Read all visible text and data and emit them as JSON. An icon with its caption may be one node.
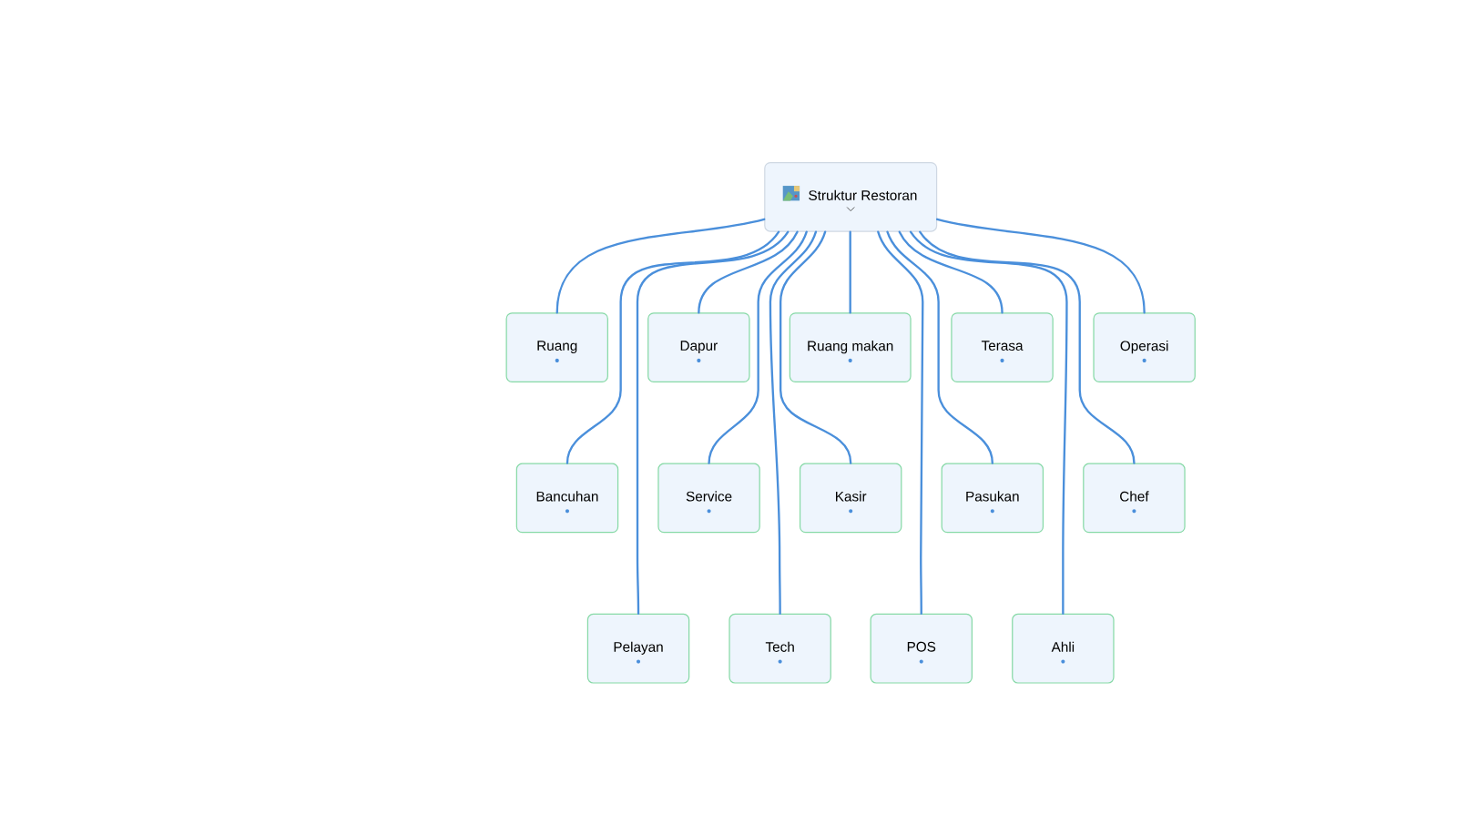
{
  "diagram": {
    "nodes": [
      {
        "text": [
          "Struktur Restoran"
        ]
      },
      {
        "text": [
          "Ruang"
        ]
      },
      {
        "text": [
          "Dapur"
        ]
      },
      {
        "text": [
          "Ruang makan"
        ]
      },
      {
        "text": [
          "Terasa"
        ]
      },
      {
        "text": [
          "Operasi"
        ]
      },
      {
        "text": [
          "Bancuhan"
        ]
      },
      {
        "text": [
          "Service"
        ]
      },
      {
        "text": [
          "Kasir"
        ]
      },
      {
        "text": [
          "Pasukan"
        ]
      },
      {
        "text": [
          "Chef"
        ]
      },
      {
        "text": [
          "Pelayan"
        ]
      },
      {
        "text": [
          "Tech"
        ]
      },
      {
        "text": [
          "POS"
        ]
      },
      {
        "text": [
          "Ahli"
        ]
      }
    ],
    "edges": [
      {
        "from": 0,
        "to": 1,
        "arrow": "none"
      },
      {
        "from": 0,
        "to": 2,
        "arrow": "none"
      },
      {
        "from": 0,
        "to": 3,
        "arrow": "none"
      },
      {
        "from": 0,
        "to": 4,
        "arrow": "none"
      },
      {
        "from": 0,
        "to": 5,
        "arrow": "none"
      },
      {
        "from": 0,
        "to": 6,
        "arrow": "none"
      },
      {
        "from": 0,
        "to": 7,
        "arrow": "none"
      },
      {
        "from": 0,
        "to": 8,
        "arrow": "none"
      },
      {
        "from": 0,
        "to": 9,
        "arrow": "none"
      },
      {
        "from": 0,
        "to": 10,
        "arrow": "none"
      },
      {
        "from": 0,
        "to": 11,
        "arrow": "none"
      },
      {
        "from": 0,
        "to": 12,
        "arrow": "none"
      },
      {
        "from": 0,
        "to": 13,
        "arrow": "none"
      },
      {
        "from": 0,
        "to": 14,
        "arrow": "none"
      }
    ]
  }
}
